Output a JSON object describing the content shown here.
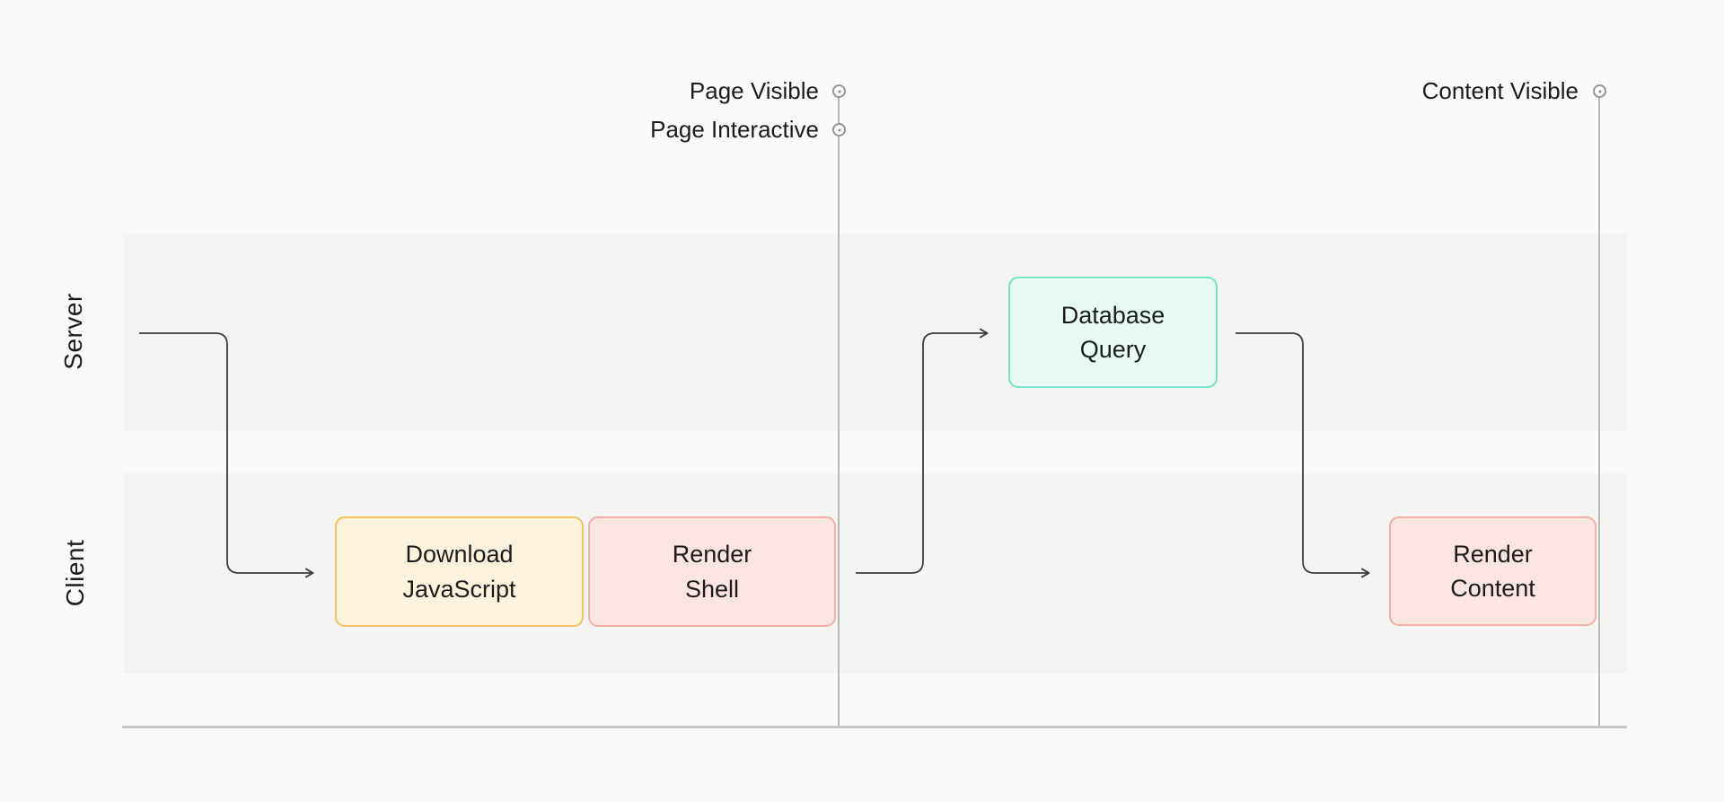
{
  "diagram": {
    "lanes": [
      {
        "label": "Server"
      },
      {
        "label": "Client"
      }
    ],
    "milestones": [
      {
        "label": "Page Visible"
      },
      {
        "label": "Page Interactive"
      },
      {
        "label": "Content Visible"
      }
    ],
    "nodes": [
      {
        "label": "Download\nJavaScript",
        "lane": "Client",
        "fill": "#fdf3dd",
        "border": "#f5c465"
      },
      {
        "label": "Render\nShell",
        "lane": "Client",
        "fill": "#fae5e2",
        "border": "#f4afa8"
      },
      {
        "label": "Database\nQuery",
        "lane": "Server",
        "fill": "#e8faf4",
        "border": "#76e3c9"
      },
      {
        "label": "Render\nContent",
        "lane": "Client",
        "fill": "#fae5e2",
        "border": "#f4afa8"
      }
    ],
    "edges": [
      {
        "from": "Server start",
        "to": "Download JavaScript"
      },
      {
        "from": "Render Shell",
        "to": "Database Query"
      },
      {
        "from": "Database Query",
        "to": "Render Content"
      }
    ],
    "colors": {
      "page_bg": "#fafaf8",
      "lane_bg": "#f4f4f2",
      "arrow": "#3c3c3c",
      "milestone_line": "#b9b9b9",
      "milestone_marker": "#979797",
      "axis": "#c8c8c8",
      "text": "#1c1c1c"
    }
  }
}
